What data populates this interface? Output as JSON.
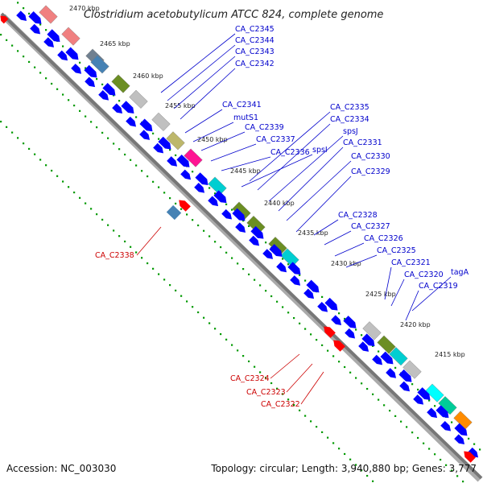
{
  "title": "Clostridium acetobutylicum ATCC 824, complete genome",
  "footer": {
    "accession": "Accession: NC_003030",
    "summary": "Topology: circular; Length: 3,940,880 bp; Genes: 3,777"
  },
  "colors": {
    "forward_strand": "#0000ff",
    "reverse_strand": "#ff0000",
    "forward_label": "#0000cc",
    "reverse_label": "#cc0000",
    "backbone": "#888888",
    "dots": "#009900"
  },
  "ticks": [
    "2470 kbp",
    "2465 kbp",
    "2460 kbp",
    "2455 kbp",
    "2450 kbp",
    "2445 kbp",
    "2440 kbp",
    "2435 kbp",
    "2430 kbp",
    "2425 kbp",
    "2420 kbp",
    "2415 kbp"
  ],
  "forward_genes": [
    "CA_C2345",
    "CA_C2344",
    "CA_C2343",
    "CA_C2342",
    "CA_C2341",
    "mutS1",
    "CA_C2339",
    "CA_C2337",
    "CA_C2336",
    "spsI",
    "CA_C2335",
    "CA_C2334",
    "spsJ",
    "CA_C2331",
    "CA_C2330",
    "CA_C2329",
    "CA_C2328",
    "CA_C2327",
    "CA_C2326",
    "CA_C2325",
    "CA_C2321",
    "CA_C2320",
    "tagA",
    "CA_C2319"
  ],
  "reverse_genes": [
    "CA_C2338",
    "CA_C2324",
    "CA_C2323",
    "CA_C2322"
  ]
}
